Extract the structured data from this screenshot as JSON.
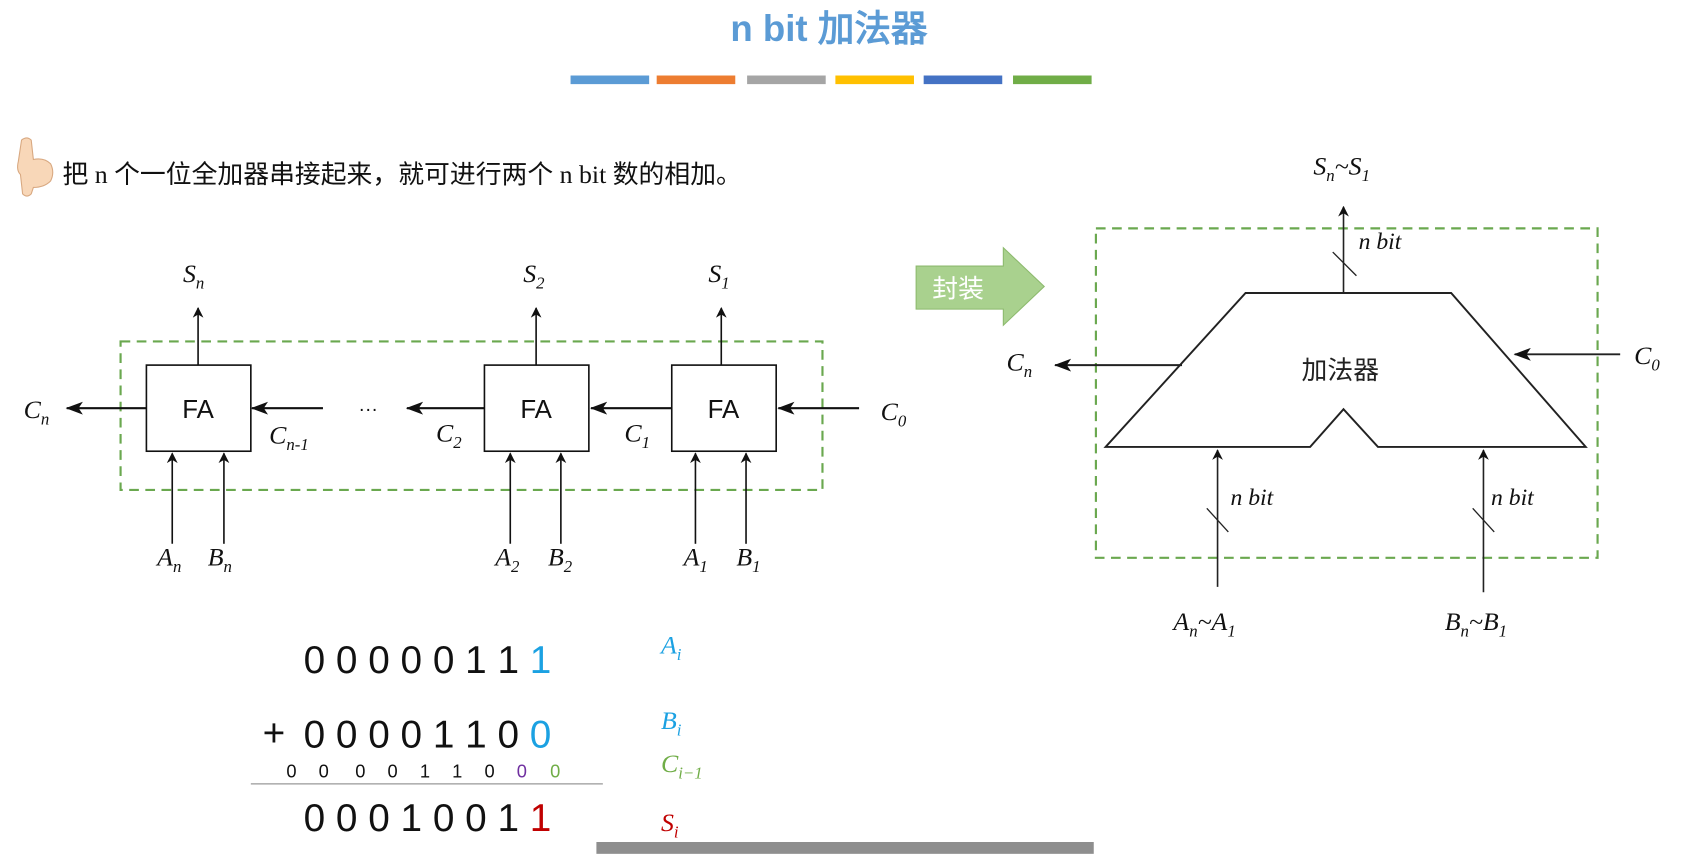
{
  "title": "n bit 加法器",
  "color_bars": [
    "#5B9BD5",
    "#ED7D31",
    "#A5A5A5",
    "#FFC000",
    "#4472C4",
    "#70AD47"
  ],
  "intro": {
    "icon": "pointing-hand-icon",
    "text": "把 n 个一位全加器串接起来，就可进行两个 n bit 数的相加。"
  },
  "ripple": {
    "fa_label": "FA",
    "ellipsis": "···",
    "sums": [
      {
        "m": "S",
        "s": "n"
      },
      {
        "m": "S",
        "s": "2"
      },
      {
        "m": "S",
        "s": "1"
      }
    ],
    "carries": {
      "cn": {
        "m": "C",
        "s": "n"
      },
      "cn1": {
        "m": "C",
        "s": "n-1"
      },
      "c2": {
        "m": "C",
        "s": "2"
      },
      "c1": {
        "m": "C",
        "s": "1"
      },
      "c0": {
        "m": "C",
        "s": "0"
      }
    },
    "inputs": [
      {
        "m": "A",
        "s": "n"
      },
      {
        "m": "B",
        "s": "n"
      },
      {
        "m": "A",
        "s": "2"
      },
      {
        "m": "B",
        "s": "2"
      },
      {
        "m": "A",
        "s": "1"
      },
      {
        "m": "B",
        "s": "1"
      }
    ]
  },
  "encapsulate": {
    "label": "封装",
    "color": "#A9D18E"
  },
  "adder": {
    "label": "加法器",
    "bus": "n bit",
    "out": {
      "m1": "S",
      "s1": "n",
      "m2": "~S",
      "s2": "1"
    },
    "a_in": {
      "m1": "A",
      "s1": "n",
      "m2": "~A",
      "s2": "1"
    },
    "b_in": {
      "m1": "B",
      "s1": "n",
      "m2": "~B",
      "s2": "1"
    },
    "cn": {
      "m": "C",
      "s": "n"
    },
    "c0": {
      "m": "C",
      "s": "0"
    }
  },
  "arith": {
    "a_bits": "0 0 0 0 0 1 1",
    "a_last": "1",
    "plus": "+",
    "b_bits": "0 0 0 0 1 1 0 0",
    "b_last": "0",
    "carry_bits": [
      "0",
      "0",
      "0",
      "0",
      "1",
      "1",
      "0",
      "0",
      "0"
    ],
    "s_bits": "0 0 0 1 0 0 1 1",
    "s_last": "1",
    "labels": {
      "a": {
        "m": "A",
        "s": "i"
      },
      "b": {
        "m": "B",
        "s": "i"
      },
      "c": {
        "m": "C",
        "s": "i−1"
      },
      "s": {
        "m": "S",
        "s": "i"
      }
    },
    "colors": {
      "blue": "#1BA1E2",
      "green": "#70AD47",
      "purple": "#7030A0",
      "red": "#C00000"
    }
  }
}
